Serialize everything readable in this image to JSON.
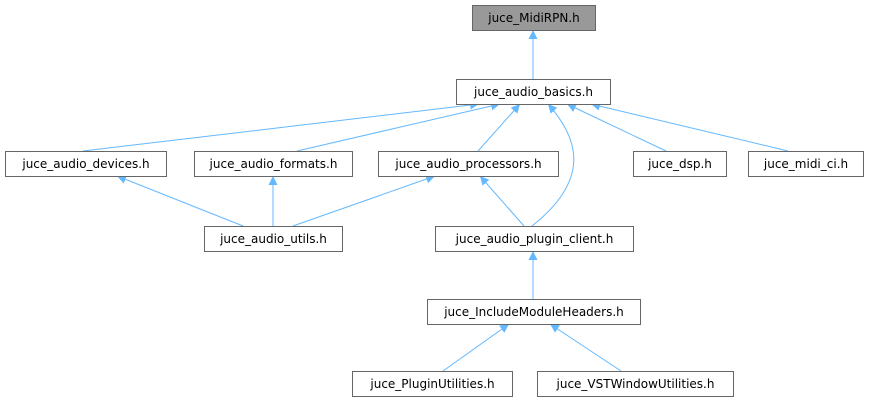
{
  "colors": {
    "edge": "#63b8ff",
    "node_border": "#666666",
    "node_fill": "#ffffff",
    "highlight_fill": "#999999"
  },
  "nodes": [
    {
      "id": "midirpn",
      "label": "juce_MidiRPN.h",
      "highlight": true
    },
    {
      "id": "basics",
      "label": "juce_audio_basics.h"
    },
    {
      "id": "devices",
      "label": "juce_audio_devices.h"
    },
    {
      "id": "formats",
      "label": "juce_audio_formats.h"
    },
    {
      "id": "processors",
      "label": "juce_audio_processors.h"
    },
    {
      "id": "dsp",
      "label": "juce_dsp.h"
    },
    {
      "id": "midici",
      "label": "juce_midi_ci.h"
    },
    {
      "id": "utils",
      "label": "juce_audio_utils.h"
    },
    {
      "id": "pluginclient",
      "label": "juce_audio_plugin_client.h"
    },
    {
      "id": "includemodule",
      "label": "juce_IncludeModuleHeaders.h"
    },
    {
      "id": "pluginutilities",
      "label": "juce_PluginUtilities.h"
    },
    {
      "id": "vstwindow",
      "label": "juce_VSTWindowUtilities.h"
    }
  ],
  "edges": [
    {
      "from": "basics",
      "to": "midirpn"
    },
    {
      "from": "devices",
      "to": "basics"
    },
    {
      "from": "formats",
      "to": "basics"
    },
    {
      "from": "processors",
      "to": "basics"
    },
    {
      "from": "pluginclient",
      "to": "basics"
    },
    {
      "from": "dsp",
      "to": "basics"
    },
    {
      "from": "midici",
      "to": "basics"
    },
    {
      "from": "utils",
      "to": "devices"
    },
    {
      "from": "utils",
      "to": "formats"
    },
    {
      "from": "utils",
      "to": "processors"
    },
    {
      "from": "pluginclient",
      "to": "processors"
    },
    {
      "from": "includemodule",
      "to": "pluginclient"
    },
    {
      "from": "pluginutilities",
      "to": "includemodule"
    },
    {
      "from": "vstwindow",
      "to": "includemodule"
    }
  ]
}
